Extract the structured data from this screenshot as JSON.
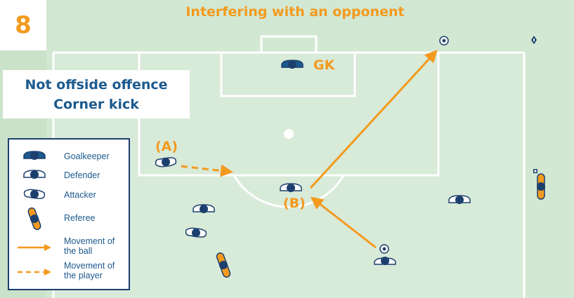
{
  "diagram": {
    "number": "8",
    "title": "Interfering with an opponent",
    "subtitle_line1": "Not offside offence",
    "subtitle_line2": "Corner kick",
    "label_a": "(A)",
    "label_b": "(B)",
    "label_gk": "GK"
  },
  "legend": {
    "items": [
      {
        "label": "Goalkeeper",
        "icon": "goalkeeper-icon"
      },
      {
        "label": "Defender",
        "icon": "defender-icon"
      },
      {
        "label": "Attacker",
        "icon": "attacker-icon"
      },
      {
        "label": "Referee",
        "icon": "referee-icon"
      },
      {
        "label": "Movement of the ball",
        "line1": "Movement of",
        "line2": "the ball",
        "icon": "ball-movement-arrow-icon"
      },
      {
        "label": "Movement of the player",
        "line1": "Movement of",
        "line2": "the player",
        "icon": "player-movement-arrow-icon"
      }
    ]
  },
  "colors": {
    "orange": "#f39a1e",
    "navy": "#1c3f6e",
    "blue_text": "#1c5a8e",
    "pitch_light": "#d8ead8",
    "pitch_outer": "#c9e2c9"
  }
}
